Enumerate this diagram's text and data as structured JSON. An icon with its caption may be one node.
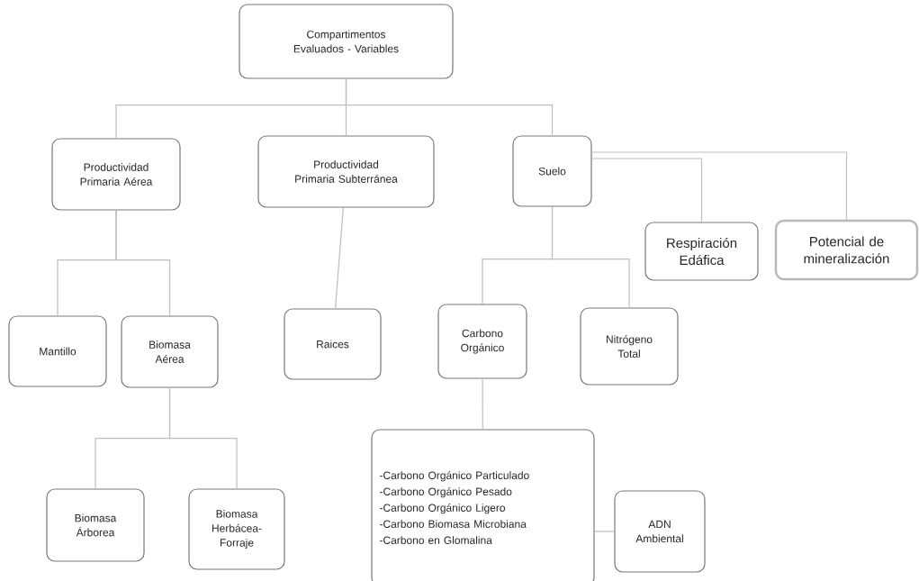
{
  "diagram": {
    "nodes": [
      {
        "text": [
          "Compartimentos Evaluados - Variables"
        ]
      },
      {
        "text": [
          "Productividad Primaria Aérea"
        ]
      },
      {
        "text": [
          "Productividad Primaria Subterránea"
        ]
      },
      {
        "text": [
          "Suelo"
        ]
      },
      {
        "text": [
          "Respiración Edáfica"
        ]
      },
      {
        "text": [
          "Potencial de mineralización"
        ]
      },
      {
        "text": [
          "Mantillo"
        ]
      },
      {
        "text": [
          "Biomasa Aérea"
        ]
      },
      {
        "text": [
          "Raices"
        ]
      },
      {
        "text": [
          "Carbono Orgánico"
        ]
      },
      {
        "text": [
          "Nitrógeno Total"
        ]
      },
      {
        "text": [
          "Biomasa Árborea"
        ]
      },
      {
        "text": [
          "Biomasa Herbácea-Forraje"
        ]
      },
      {
        "text": [
          "-Carbono Orgánico Particulado",
          "-Carbono Orgánico Pesado",
          "-Carbono Orgánico Ligero",
          "-Carbono Biomasa Microbiana",
          "-Carbono en Glomalina"
        ]
      },
      {
        "text": [
          "ADN Ambiental"
        ]
      }
    ],
    "edges": [
      {
        "from": 0,
        "to": 1,
        "arrow": "none"
      },
      {
        "from": 0,
        "to": 2,
        "arrow": "none"
      },
      {
        "from": 0,
        "to": 3,
        "arrow": "none"
      },
      {
        "from": 1,
        "to": 6,
        "arrow": "none"
      },
      {
        "from": 1,
        "to": 7,
        "arrow": "none"
      },
      {
        "from": 2,
        "to": 8,
        "arrow": "none"
      },
      {
        "from": 3,
        "to": 4,
        "arrow": "none"
      },
      {
        "from": 3,
        "to": 5,
        "arrow": "none"
      },
      {
        "from": 3,
        "to": 9,
        "arrow": "none"
      },
      {
        "from": 3,
        "to": 10,
        "arrow": "none"
      },
      {
        "from": 7,
        "to": 11,
        "arrow": "none"
      },
      {
        "from": 7,
        "to": 12,
        "arrow": "none"
      },
      {
        "from": 9,
        "to": 13,
        "arrow": "none"
      },
      {
        "from": 13,
        "to": 14,
        "arrow": "none"
      }
    ]
  }
}
